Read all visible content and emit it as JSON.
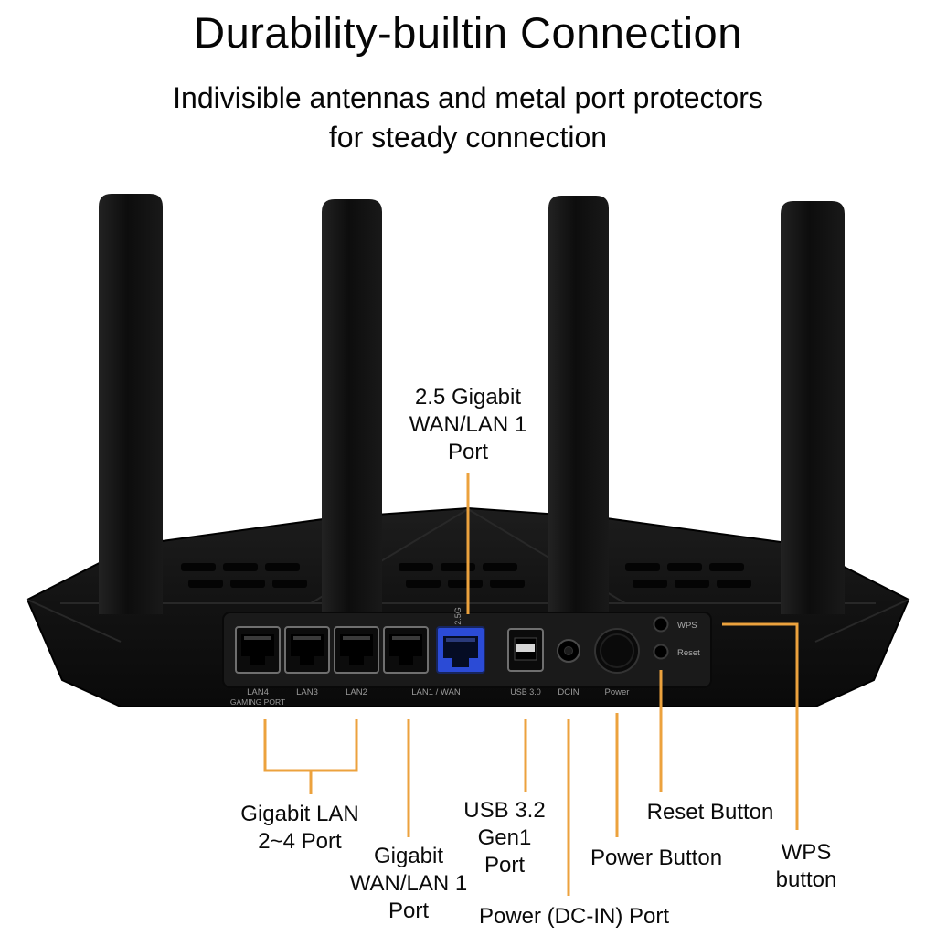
{
  "header": {
    "title": "Durability-builtin Connection",
    "subtitle": {
      "lines": [
        "Indivisible antennas and metal port protectors",
        "for steady connection"
      ]
    }
  },
  "colors": {
    "callout_line": "#ECA23D",
    "wan_2_5g_port_blue": "#2B4BD6",
    "chassis_black": "#131313"
  },
  "callouts": {
    "wan25g": {
      "lines": [
        "2.5 Gigabit",
        "WAN/LAN 1",
        "Port"
      ]
    },
    "lan": {
      "lines": [
        "Gigabit LAN",
        "2~4 Port"
      ]
    },
    "wan1": {
      "lines": [
        "Gigabit",
        "WAN/LAN 1",
        "Port"
      ]
    },
    "usb": {
      "lines": [
        "USB 3.2",
        "Gen1",
        "Port"
      ]
    },
    "dcin": {
      "lines": [
        "Power (DC-IN) Port"
      ]
    },
    "power": {
      "lines": [
        "Power Button"
      ]
    },
    "reset": {
      "lines": [
        "Reset Button"
      ]
    },
    "wps": {
      "lines": [
        "WPS",
        "button"
      ]
    }
  },
  "device": {
    "print_labels": {
      "wan25g": "2.5G",
      "lan4": "LAN4",
      "gaming": "GAMING PORT",
      "lan3": "LAN3",
      "lan2": "LAN2",
      "lan1_wan": "LAN1 / WAN",
      "usb": "USB 3.0",
      "dcin": "DCIN",
      "power": "Power",
      "wps": "WPS",
      "reset": "Reset"
    }
  }
}
